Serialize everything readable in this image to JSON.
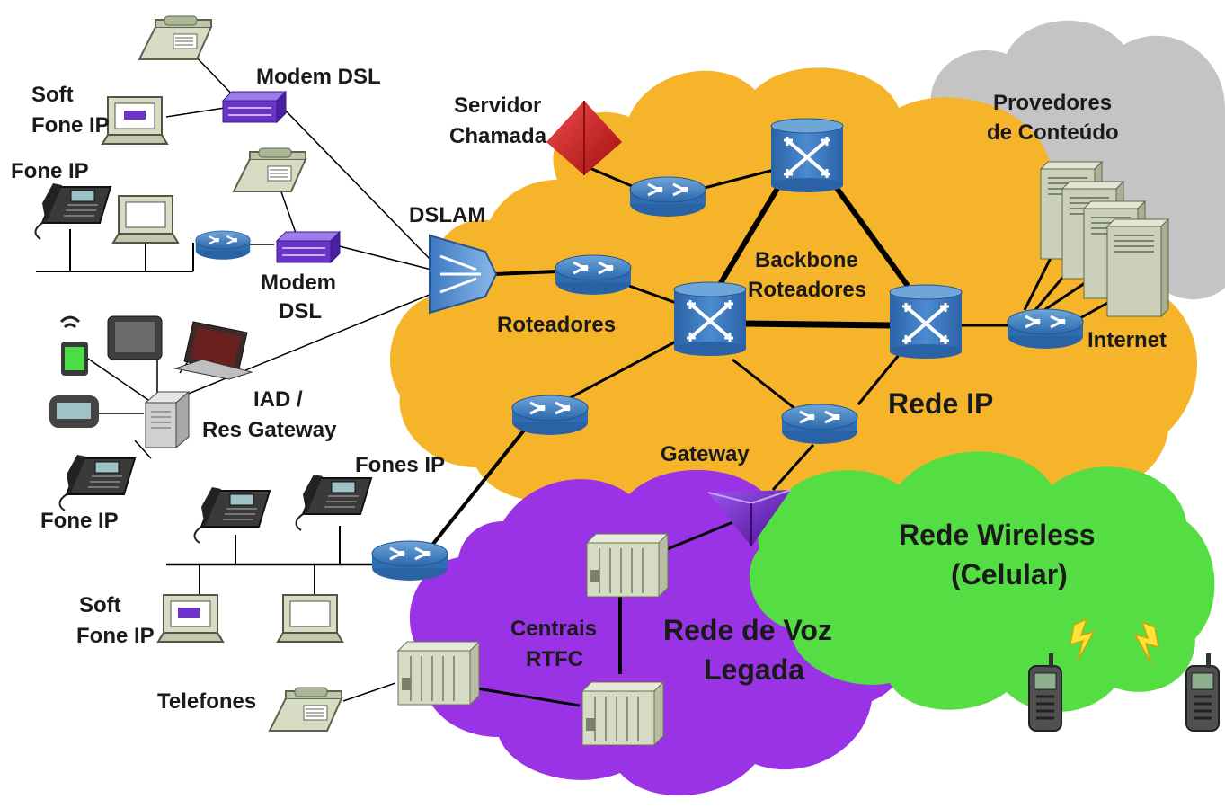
{
  "labels": {
    "soft_fone_top_1": "Soft",
    "soft_fone_top_2": "Fone IP",
    "fone_ip_top": "Fone IP",
    "modem_dsl_top": "Modem DSL",
    "modem_dsl_mid_1": "Modem",
    "modem_dsl_mid_2": "DSL",
    "servidor_1": "Servidor",
    "servidor_2": "Chamada",
    "dslam": "DSLAM",
    "roteadores": "Roteadores",
    "backbone_1": "Backbone",
    "backbone_2": "Roteadores",
    "provedores_1": "Provedores",
    "provedores_2": "de Conteúdo",
    "internet": "Internet",
    "rede_ip": "Rede IP",
    "iad_1": "IAD /",
    "iad_2": "Res Gateway",
    "fone_ip_mid": "Fone IP",
    "fones_ip": "Fones IP",
    "gateway": "Gateway",
    "rede_wireless_1": "Rede  Wireless",
    "rede_wireless_2": "(Celular)",
    "soft_fone_bot_1": "Soft",
    "soft_fone_bot_2": "Fone IP",
    "centrais_1": "Centrais",
    "centrais_2": "RTFC",
    "rede_voz_1": "Rede de Voz",
    "rede_voz_2": "Legada",
    "telefones": "Telefones"
  },
  "colors": {
    "ip_cloud": "#F5B42A",
    "content_cloud": "#C4C4C4",
    "wireless_cloud": "#55DD44",
    "voice_cloud": "#9A33E6",
    "router_blue": "#3A7FC2",
    "backbone_router": "#2F6BB3",
    "call_server": "#D42020",
    "gateway_purple": "#6A1BB8",
    "modem_purple": "#6A34C9",
    "switch_beige": "#D6DCC4",
    "server_beige": "#CBD1B8"
  },
  "icons": [
    "telephone-icon",
    "computer-icon",
    "ip-phone-icon",
    "modem-icon",
    "router-icon",
    "backbone-router-icon",
    "dslam-icon",
    "call-server-icon",
    "gateway-icon",
    "server-icon",
    "central-office-switch-icon",
    "cell-phone-icon",
    "lightning-icon",
    "laptop-icon",
    "tv-icon",
    "pda-icon",
    "residential-gateway-icon"
  ]
}
